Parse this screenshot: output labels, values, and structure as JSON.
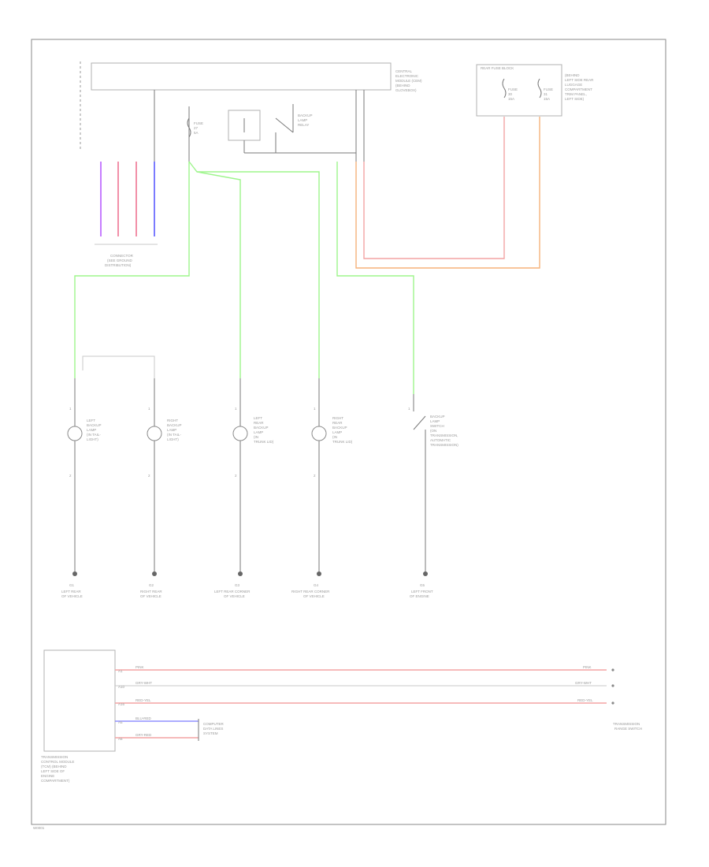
{
  "page": {
    "corner_label": "W0001"
  },
  "top_module": {
    "label_lines": [
      "CENTRAL",
      "ELECTRONIC",
      "MODULE (CEM)",
      "(BEHIND",
      "GLOVEBOX)"
    ]
  },
  "fuse_box": {
    "title": "REAR FUSE BLOCK",
    "fuse1": [
      "FUSE",
      "30",
      "15A"
    ],
    "fuse2": [
      "FUSE",
      "31",
      "15A"
    ],
    "label_lines": [
      "(BEHIND",
      "LEFT SIDE REAR",
      "LUGGAGE",
      "COMPARTMENT",
      "TRIM PANEL,",
      "LEFT SIDE)"
    ]
  },
  "fuse_cem": [
    "FUSE",
    "27",
    "5A"
  ],
  "relay": {
    "label_lines": [
      "BACKUP",
      "LAMP",
      "RELAY"
    ]
  },
  "connector_block": {
    "label_lines": [
      "CONNECTOR",
      "(SEE GROUND",
      "DISTRIBUTION)"
    ]
  },
  "lamps": [
    {
      "pin_top": "1",
      "pin_bot": "2",
      "label": [
        "LEFT",
        "BACKUP",
        "LAMP",
        "(IN TAIL-",
        "LIGHT)"
      ]
    },
    {
      "pin_top": "1",
      "pin_bot": "2",
      "label": [
        "RIGHT",
        "BACKUP",
        "LAMP",
        "(IN TAIL-",
        "LIGHT)"
      ]
    },
    {
      "pin_top": "1",
      "pin_bot": "2",
      "label": [
        "LEFT",
        "REAR",
        "BACKUP",
        "LAMP",
        "(IN",
        "TRUNK LID)"
      ]
    },
    {
      "pin_top": "1",
      "pin_bot": "2",
      "label": [
        "RIGHT",
        "REAR",
        "BACKUP",
        "LAMP",
        "(IN",
        "TRUNK LID)"
      ]
    }
  ],
  "switch": {
    "pin": "1",
    "label_lines": [
      "BACKUP",
      "LAMP",
      "SWITCH",
      "(ON",
      "TRANSMISSION,",
      "AUTOMATIC",
      "TRANSMISSION)"
    ]
  },
  "grounds": [
    {
      "id": "G1",
      "label": [
        "LEFT REAR",
        "OF VEHICLE"
      ]
    },
    {
      "id": "G2",
      "label": [
        "RIGHT REAR",
        "OF VEHICLE"
      ]
    },
    {
      "id": "G3",
      "label": [
        "LEFT REAR CORNER",
        "OF VEHICLE"
      ]
    },
    {
      "id": "G4",
      "label": [
        "RIGHT REAR CORNER",
        "OF VEHICLE"
      ]
    },
    {
      "id": "G5",
      "label": [
        "LEFT FRONT",
        "OF ENGINE"
      ]
    }
  ],
  "tcm": {
    "label_lines": [
      "TRANSMISSION",
      "CONTROL MODULE",
      "(TCM) (BEHIND",
      "LEFT SIDE OF",
      "ENGINE",
      "COMPARTMENT)"
    ],
    "rows": [
      {
        "pin": "A1",
        "wire": "PINK",
        "right": "PINK"
      },
      {
        "pin": "A10",
        "wire": "GRY-WHT",
        "right": "GRY-WHT"
      },
      {
        "pin": "A16",
        "wire": "RED-YEL",
        "right": "RED-YEL"
      },
      {
        "pin": "A5",
        "wire": "BLU-RED"
      },
      {
        "pin": "A6",
        "wire": "GRY-RED"
      }
    ],
    "bottom_connector": [
      "COMPUTER",
      "DATA LINES",
      "SYSTEM"
    ],
    "right_label": [
      "TRANSMISSION",
      "RANGE SWITCH"
    ]
  },
  "wire_colors": {
    "green": "#9ef58c",
    "red": "#f3a4a4",
    "orange": "#f5b27a",
    "blue": "#7b7bff",
    "violet": "#c77dff"
  }
}
